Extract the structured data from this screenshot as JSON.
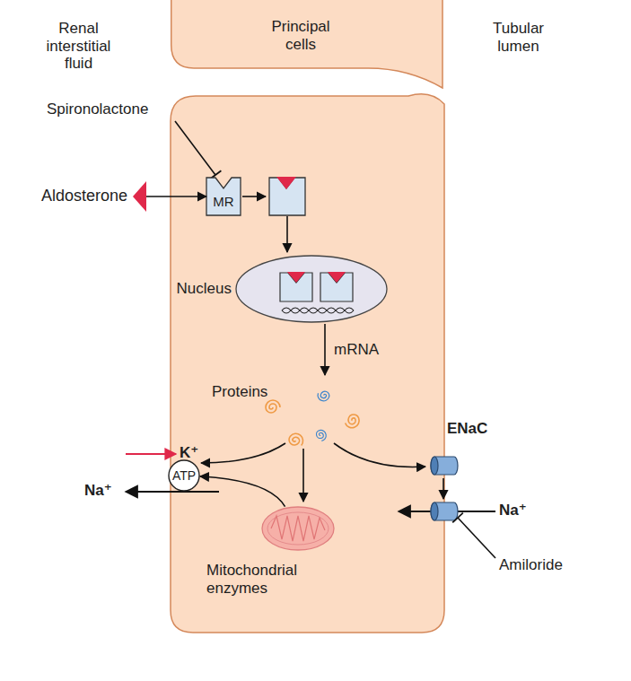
{
  "diagram": {
    "nodes": [
      {
        "text": [
          "Principal cells"
        ]
      },
      {
        "text": [
          "Aldosterone"
        ]
      },
      {
        "text": [
          "MR"
        ]
      },
      {
        "text": [
          "Nucleus"
        ]
      },
      {
        "text": [
          "ENaC"
        ]
      },
      {
        "text": [
          "ATP"
        ]
      },
      {
        "text": [
          "Mitochondrial enzymes"
        ]
      }
    ],
    "edges": [
      {
        "from": 1,
        "to": 2,
        "arrow": "to"
      },
      {
        "from": 6,
        "to": 5,
        "arrow": "to"
      }
    ],
    "labels": [
      "Renal interstitial fluid",
      "Tubular lumen",
      "Spironolactone",
      "mRNA",
      "Proteins",
      "K⁺",
      "Na⁺",
      "Na⁺",
      "Amiloride"
    ]
  }
}
